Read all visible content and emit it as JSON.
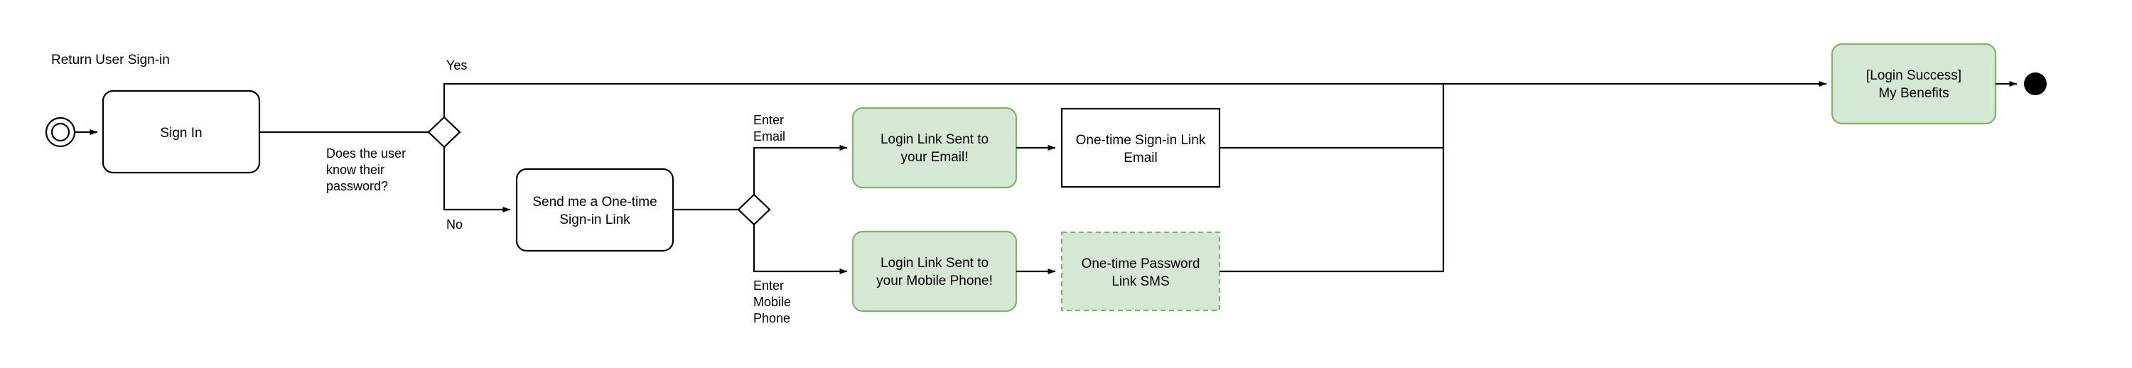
{
  "diagram": {
    "title": "Return User Sign-in",
    "type": "flowchart",
    "colors": {
      "green_fill": "#d5e8d4",
      "green_stroke": "#82b366",
      "line": "#000000",
      "white_fill": "#ffffff",
      "background": "#ffffff"
    },
    "nodes": [
      {
        "id": "start",
        "name": "start-node",
        "shape": "double-circle",
        "label": ""
      },
      {
        "id": "sign_in",
        "name": "sign-in-box",
        "shape": "rounded-rect",
        "style": "white",
        "label": "Sign In"
      },
      {
        "id": "decision_password",
        "name": "password-decision-diamond",
        "shape": "diamond",
        "label": "Does the user know their password?",
        "label_lines": [
          "Does the user",
          "know their",
          "password?"
        ],
        "branches": [
          "Yes",
          "No"
        ]
      },
      {
        "id": "send_link",
        "name": "send-one-time-link-box",
        "shape": "rounded-rect",
        "style": "white",
        "label": "Send me a One-time Sign-in Link",
        "label_lines": [
          "Send me a One-time",
          "Sign-in Link"
        ]
      },
      {
        "id": "decision_channel",
        "name": "channel-decision-diamond",
        "shape": "diamond",
        "label": "",
        "branches": [
          "Enter Email",
          "Enter Mobile Phone"
        ]
      },
      {
        "id": "link_email_sent",
        "name": "login-link-email-sent-box",
        "shape": "rounded-rect",
        "style": "green",
        "label": "Login Link Sent to your Email!",
        "label_lines": [
          "Login Link Sent to",
          "your Email!"
        ]
      },
      {
        "id": "link_sms_sent",
        "name": "login-link-mobile-sent-box",
        "shape": "rounded-rect",
        "style": "green",
        "label": "Login Link Sent to your Mobile Phone!",
        "label_lines": [
          "Login Link Sent to",
          "your Mobile Phone!"
        ]
      },
      {
        "id": "onetime_email",
        "name": "one-time-signin-link-email-box",
        "shape": "rect",
        "style": "white",
        "label": "One-time Sign-in Link Email",
        "label_lines": [
          "One-time Sign-in Link",
          "Email"
        ]
      },
      {
        "id": "onetime_sms",
        "name": "one-time-password-link-sms-box",
        "shape": "rect",
        "style": "green-dashed",
        "label": "One-time Password Link SMS",
        "label_lines": [
          "One-time Password",
          "Link SMS"
        ]
      },
      {
        "id": "login_success",
        "name": "login-success-my-benefits-box",
        "shape": "rounded-rect",
        "style": "green",
        "label": "[Login Success] My Benefits",
        "label_lines": [
          "[Login Success]",
          "My Benefits"
        ]
      },
      {
        "id": "end",
        "name": "end-node",
        "shape": "filled-circle",
        "label": ""
      }
    ],
    "edge_labels": {
      "yes": "Yes",
      "no": "No",
      "enter_email_lines": [
        "Enter",
        "Email"
      ],
      "enter_mobile_lines": [
        "Enter",
        "Mobile",
        "Phone"
      ]
    },
    "edges": [
      {
        "from": "start",
        "to": "sign_in",
        "label": ""
      },
      {
        "from": "sign_in",
        "to": "decision_password",
        "label": ""
      },
      {
        "from": "decision_password",
        "to": "login_success",
        "label": "Yes"
      },
      {
        "from": "decision_password",
        "to": "send_link",
        "label": "No"
      },
      {
        "from": "send_link",
        "to": "decision_channel",
        "label": ""
      },
      {
        "from": "decision_channel",
        "to": "link_email_sent",
        "label": "Enter Email"
      },
      {
        "from": "decision_channel",
        "to": "link_sms_sent",
        "label": "Enter Mobile Phone"
      },
      {
        "from": "link_email_sent",
        "to": "onetime_email",
        "label": ""
      },
      {
        "from": "link_sms_sent",
        "to": "onetime_sms",
        "label": ""
      },
      {
        "from": "onetime_email",
        "to": "login_success",
        "label": ""
      },
      {
        "from": "onetime_sms",
        "to": "login_success",
        "label": ""
      },
      {
        "from": "login_success",
        "to": "end",
        "label": ""
      }
    ]
  }
}
